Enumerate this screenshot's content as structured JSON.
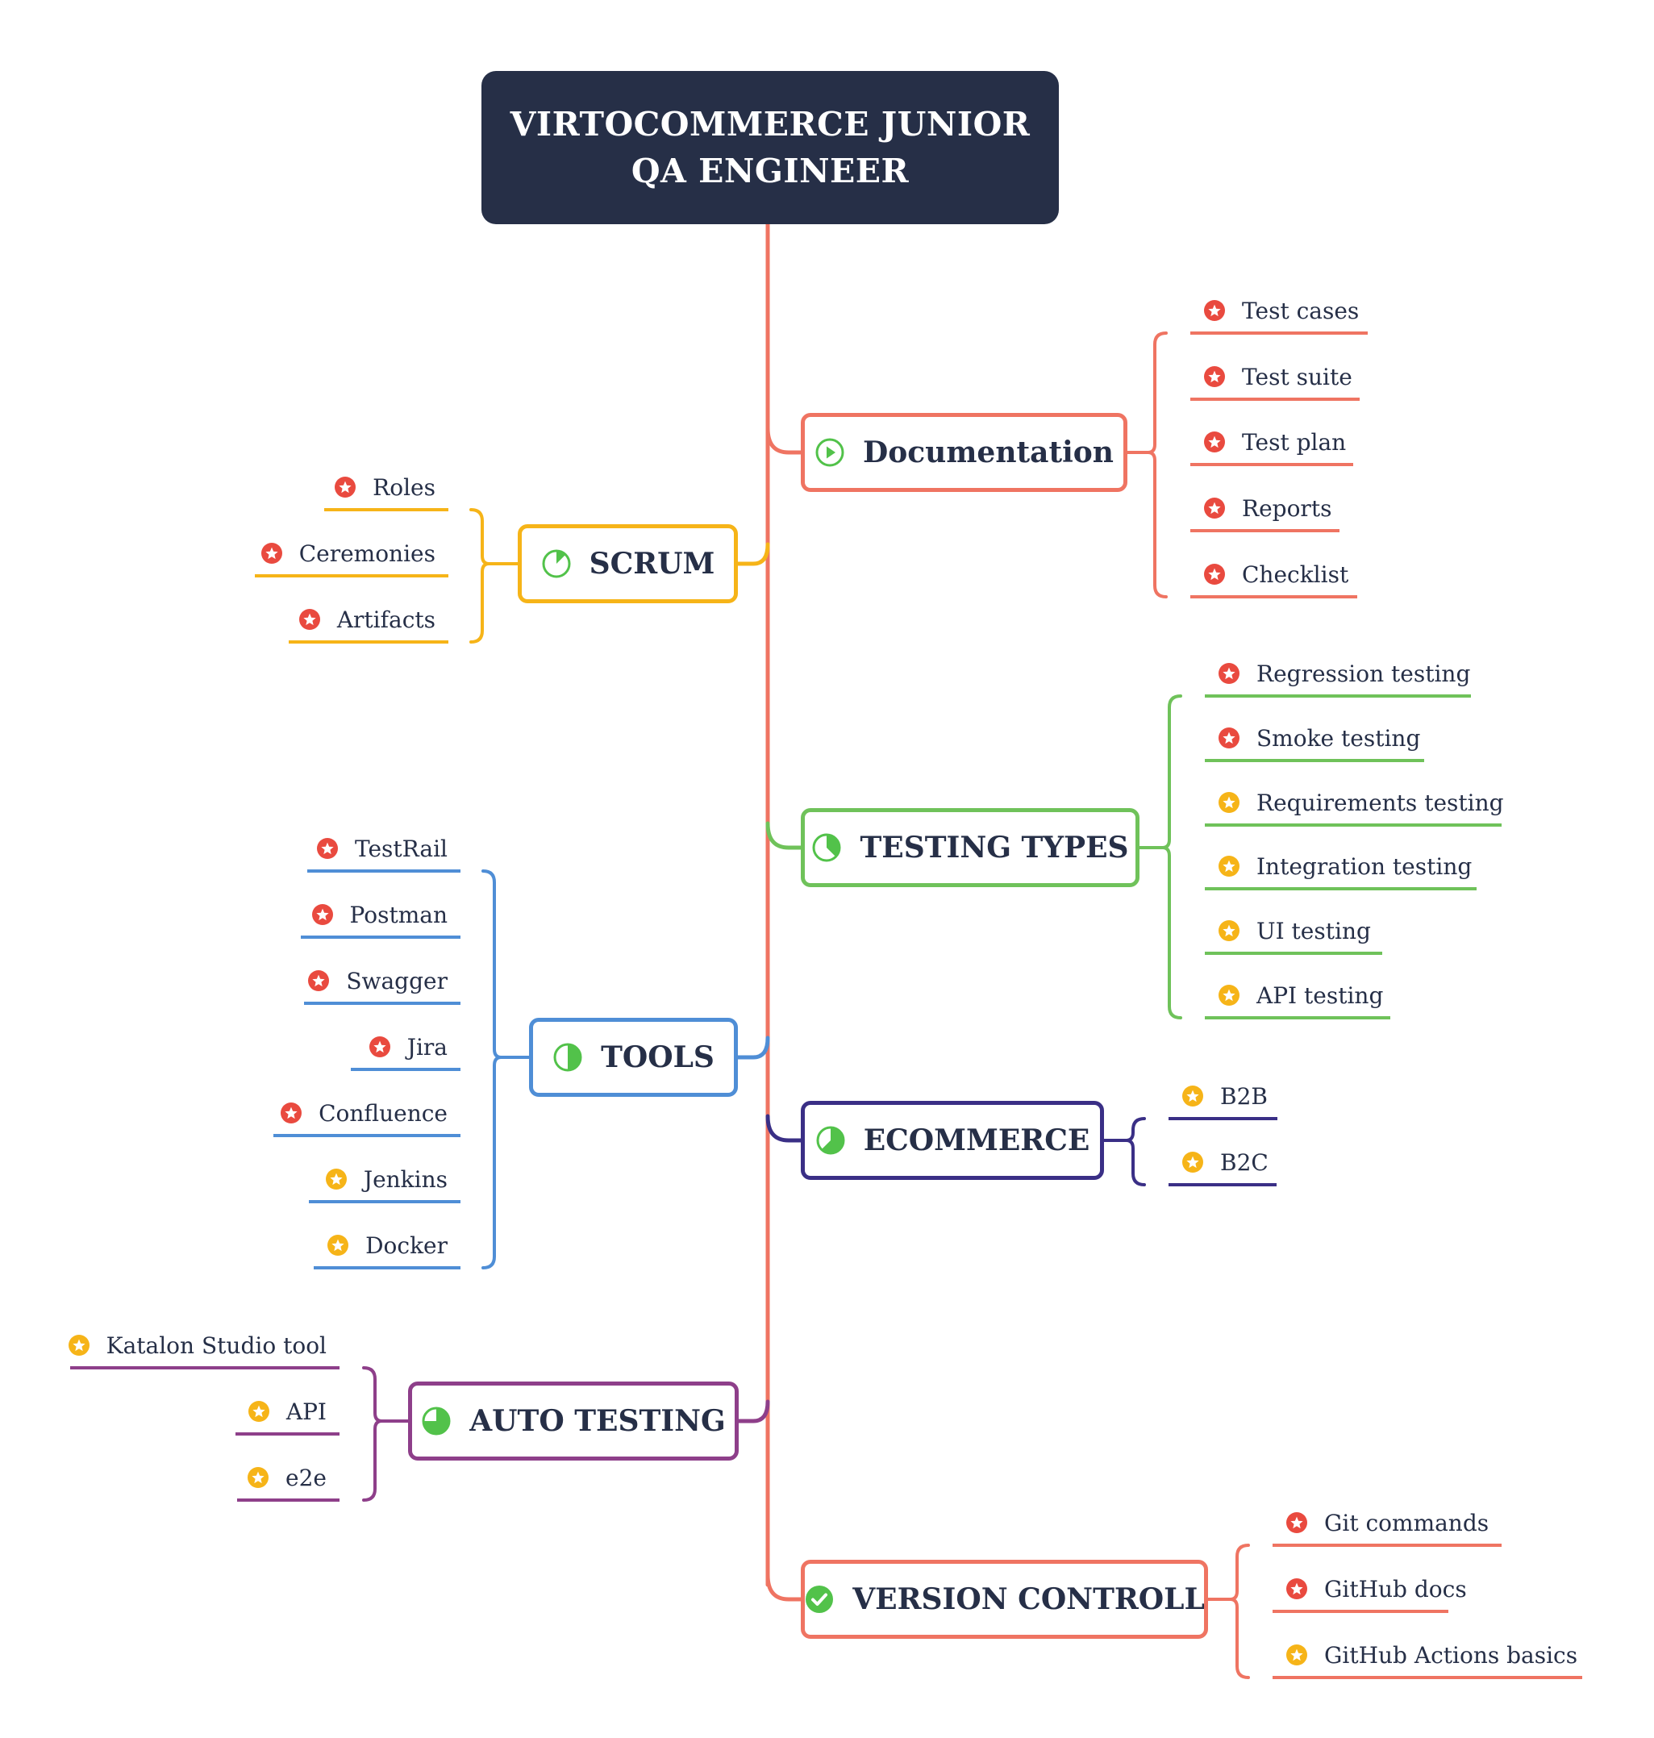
{
  "root": {
    "line1": "VIRTOCOMMERCE JUNIOR",
    "line2": "QA ENGINEER"
  },
  "colors": {
    "trunk": "#ef7462",
    "documentation": "#ef7462",
    "scrum": "#f6b418",
    "testing_types": "#6fc25a",
    "tools": "#4f8ed6",
    "ecommerce": "#3a2f86",
    "auto_testing": "#8e3f8a",
    "version_control": "#ef7462",
    "priority_high": "#e94a3f",
    "priority_medium": "#f6b418",
    "progress_green": "#52c24a"
  },
  "topics": {
    "documentation": {
      "label": "Documentation",
      "icon": "play-progress-icon",
      "items": [
        {
          "label": "Test cases",
          "priority": "high"
        },
        {
          "label": "Test suite",
          "priority": "high"
        },
        {
          "label": "Test plan",
          "priority": "high"
        },
        {
          "label": "Reports",
          "priority": "high"
        },
        {
          "label": "Checklist",
          "priority": "high"
        }
      ]
    },
    "scrum": {
      "label": "SCRUM",
      "icon": "progress-12-icon",
      "items": [
        {
          "label": "Roles",
          "priority": "high"
        },
        {
          "label": "Ceremonies",
          "priority": "high"
        },
        {
          "label": "Artifacts",
          "priority": "high"
        }
      ]
    },
    "testing_types": {
      "label": "TESTING TYPES",
      "icon": "progress-37-icon",
      "items": [
        {
          "label": "Regression testing",
          "priority": "high"
        },
        {
          "label": "Smoke testing",
          "priority": "high"
        },
        {
          "label": "Requirements testing",
          "priority": "medium"
        },
        {
          "label": "Integration testing",
          "priority": "medium"
        },
        {
          "label": "UI testing",
          "priority": "medium"
        },
        {
          "label": "API testing",
          "priority": "medium"
        }
      ]
    },
    "tools": {
      "label": "TOOLS",
      "icon": "progress-50-icon",
      "items": [
        {
          "label": "TestRail",
          "priority": "high"
        },
        {
          "label": "Postman",
          "priority": "high"
        },
        {
          "label": "Swagger",
          "priority": "high"
        },
        {
          "label": "Jira",
          "priority": "high"
        },
        {
          "label": "Confluence",
          "priority": "high"
        },
        {
          "label": "Jenkins",
          "priority": "medium"
        },
        {
          "label": "Docker",
          "priority": "medium"
        }
      ]
    },
    "ecommerce": {
      "label": "ECOMMERCE",
      "icon": "progress-62-icon",
      "items": [
        {
          "label": "B2B",
          "priority": "medium"
        },
        {
          "label": "B2C",
          "priority": "medium"
        }
      ]
    },
    "auto_testing": {
      "label": "AUTO TESTING",
      "icon": "progress-75-icon",
      "items": [
        {
          "label": "Katalon Studio tool",
          "priority": "medium"
        },
        {
          "label": "API",
          "priority": "medium"
        },
        {
          "label": "e2e",
          "priority": "medium"
        }
      ]
    },
    "version_control": {
      "label": "VERSION CONTROLL",
      "icon": "check-circle-icon",
      "items": [
        {
          "label": "Git commands",
          "priority": "high"
        },
        {
          "label": "GitHub docs",
          "priority": "high"
        },
        {
          "label": "GitHub Actions basics",
          "priority": "medium"
        }
      ]
    }
  }
}
